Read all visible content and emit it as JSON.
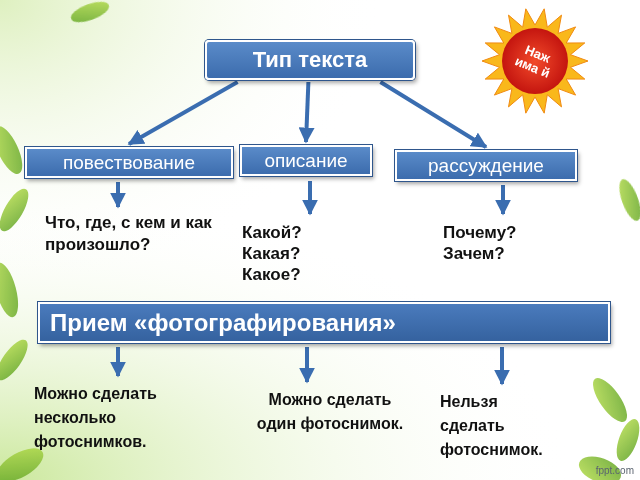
{
  "diagram": {
    "nodes": [
      {
        "text": [
          "Тип текста"
        ]
      },
      {
        "text": [
          "Наж има й"
        ]
      },
      {
        "text": [
          "повествование"
        ]
      },
      {
        "text": [
          "описание"
        ]
      },
      {
        "text": [
          "рассуждение"
        ]
      },
      {
        "text": [
          "Прием «фотографирования»"
        ]
      }
    ],
    "edges": [
      {
        "from": 0,
        "to": 2,
        "arrow": "to"
      },
      {
        "from": 0,
        "to": 3,
        "arrow": "to"
      },
      {
        "from": 0,
        "to": 4,
        "arrow": "to"
      }
    ],
    "labels": [
      "Что, где, с кем и как произошло?",
      "Какой? Какая? Какое?",
      "Почему? Зачем?",
      "Можно сделать несколько фотоснимков.",
      "Можно сделать один фотоснимок.",
      "Нельзя сделать фотоснимок.",
      "fppt.com"
    ]
  }
}
